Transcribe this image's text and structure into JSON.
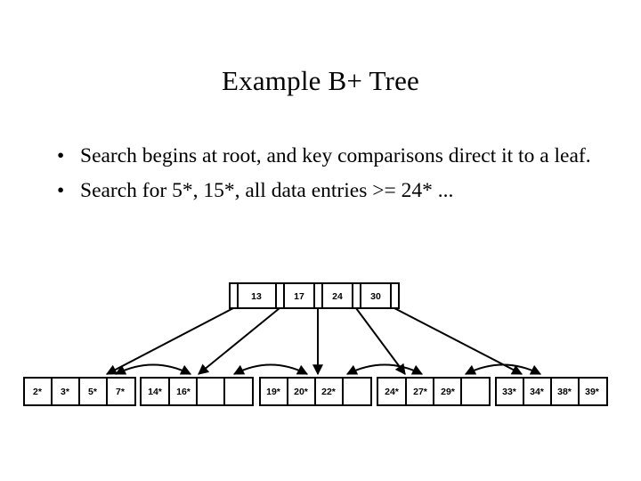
{
  "slide": {
    "title": "Example B+ Tree",
    "bullet_char": "•",
    "bullets": [
      "Search begins at root, and key comparisons direct it to a leaf.",
      "Search for 5*, 15*, all data entries >= 24* ..."
    ]
  },
  "colors": {
    "background": "#ffffff",
    "ink": "#000000"
  },
  "diagram": {
    "type": "b-plus-tree",
    "root": {
      "name": "root-node",
      "keys": [
        "13",
        "17",
        "24",
        "30"
      ],
      "pointer_count": 5
    },
    "leaves": [
      {
        "name": "leaf-node-1",
        "entries": [
          "2*",
          "3*",
          "5*",
          "7*"
        ]
      },
      {
        "name": "leaf-node-2",
        "entries": [
          "14*",
          "16*",
          "",
          ""
        ]
      },
      {
        "name": "leaf-node-3",
        "entries": [
          "19*",
          "20*",
          "22*",
          ""
        ]
      },
      {
        "name": "leaf-node-4",
        "entries": [
          "24*",
          "27*",
          "29*",
          ""
        ]
      },
      {
        "name": "leaf-node-5",
        "entries": [
          "33*",
          "34*",
          "38*",
          "39*"
        ]
      }
    ],
    "sibling_link_count": 4,
    "pointer_arrow_count": 5
  }
}
